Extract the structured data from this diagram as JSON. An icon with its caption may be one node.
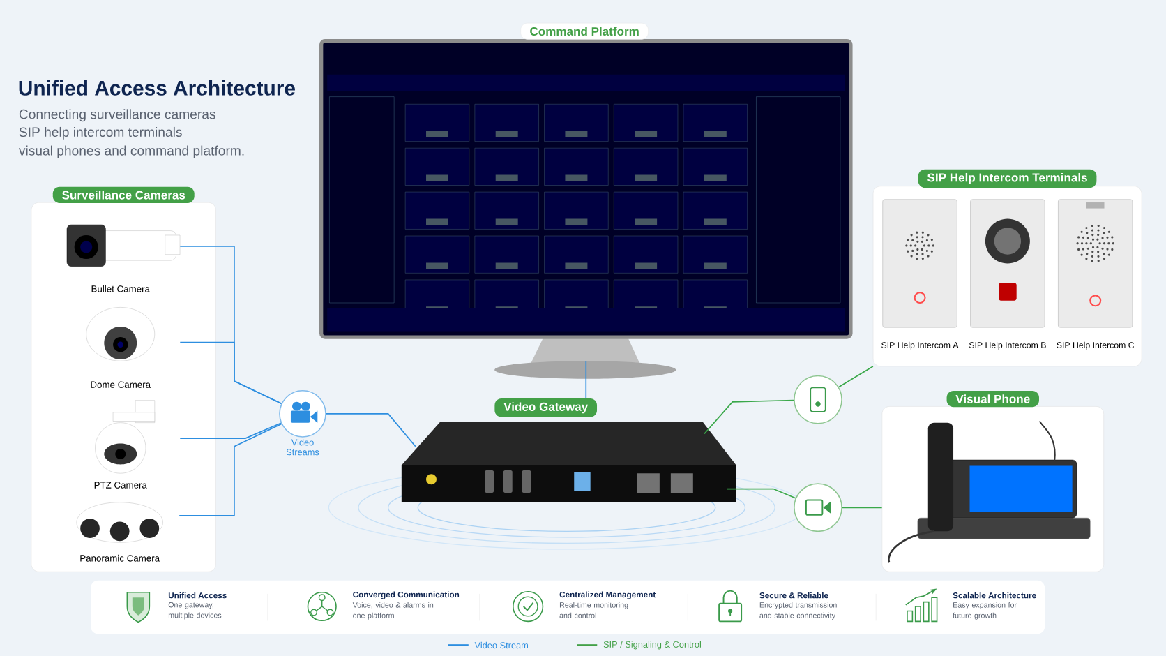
{
  "diagram": {
    "title": "Unified Access Architecture",
    "nodes": [
      {
        "text": [
          "Surveillance Cameras"
        ]
      },
      {
        "text": [
          "Bullet Camera"
        ],
        "in": 0
      },
      {
        "text": [
          "Dome Camera"
        ],
        "in": 0
      },
      {
        "text": [
          "PTZ Camera"
        ],
        "in": 0
      },
      {
        "text": [
          "Panoramic Camera"
        ],
        "in": 0
      },
      {
        "text": [
          "Video Streams"
        ]
      },
      {
        "text": [
          "Video Gateway"
        ]
      },
      {
        "text": [
          "Command Platform"
        ]
      },
      {
        "text": [],
        "shape": "circle"
      },
      {
        "text": [],
        "shape": "circle"
      },
      {
        "text": [
          "SIP Help Intercom Terminals"
        ]
      },
      {
        "text": [
          "SIP Help Intercom A"
        ],
        "in": 10
      },
      {
        "text": [
          "SIP Help Intercom B"
        ],
        "in": 10
      },
      {
        "text": [
          "SIP Help Intercom C"
        ],
        "in": 10
      },
      {
        "text": [
          "Visual Phone"
        ]
      }
    ],
    "edges": [
      {
        "from": 1,
        "to": 5,
        "arrow": "none"
      },
      {
        "from": 2,
        "to": 5,
        "arrow": "none"
      },
      {
        "from": 3,
        "to": 5,
        "arrow": "none"
      },
      {
        "from": 4,
        "to": 5,
        "arrow": "none"
      },
      {
        "from": 5,
        "to": 6,
        "arrow": "none"
      },
      {
        "from": 7,
        "to": 6,
        "arrow": "none"
      },
      {
        "from": 6,
        "to": 8,
        "arrow": "none",
        "color": "#3aa84a"
      },
      {
        "from": 8,
        "to": 10,
        "arrow": "none",
        "color": "#3aa84a"
      },
      {
        "from": 6,
        "to": 9,
        "arrow": "none",
        "color": "#3aa84a"
      },
      {
        "from": 9,
        "to": 14,
        "arrow": "none",
        "color": "#3aa84a"
      }
    ],
    "labels": [
      "Connecting surveillance cameras",
      "SIP help intercom terminals",
      "visual phones and command platform.",
      "Unified Access",
      "One gateway, multiple devices",
      "Converged Communication",
      "Voice, video & alarms in one platform",
      "Centralized Management",
      "Real-time monitoring and control",
      "Secure & Reliable",
      "Encrypted transmission and stable connectivity",
      "Scalable Architecture",
      "Easy expansion for future growth"
    ],
    "legend": [
      {
        "text": "Video Stream"
      },
      {
        "text": "SIP / Signaling & Control"
      }
    ]
  }
}
